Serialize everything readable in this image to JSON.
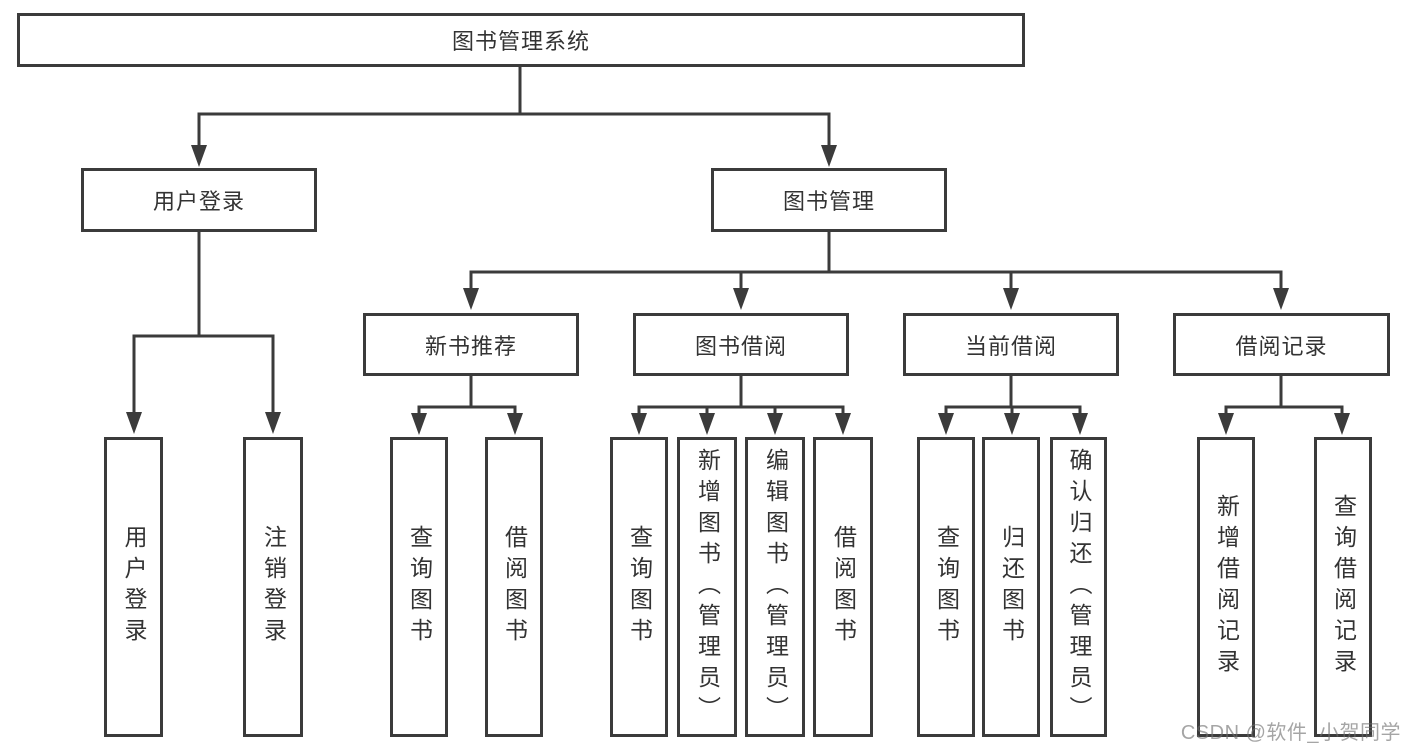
{
  "tree": {
    "root": "图书管理系统",
    "branches": [
      {
        "label": "用户登录",
        "leaves": [
          "用户登录",
          "注销登录"
        ]
      },
      {
        "label": "图书管理",
        "sections": [
          {
            "label": "新书推荐",
            "leaves": [
              "查询图书",
              "借阅图书"
            ]
          },
          {
            "label": "图书借阅",
            "leaves": [
              "查询图书",
              "新增图书（管理员）",
              "编辑图书（管理员）",
              "借阅图书"
            ]
          },
          {
            "label": "当前借阅",
            "leaves": [
              "查询图书",
              "归还图书",
              "确认归还（管理员）"
            ]
          },
          {
            "label": "借阅记录",
            "leaves": [
              "新增借阅记录",
              "查询借阅记录"
            ]
          }
        ]
      }
    ]
  },
  "watermark": {
    "text": "CSDN @软件_小贺同学"
  },
  "colors": {
    "line": "#3b3b3b",
    "text": "#333333",
    "background": "#ffffff",
    "watermark_gray": "#a0a0a0"
  }
}
